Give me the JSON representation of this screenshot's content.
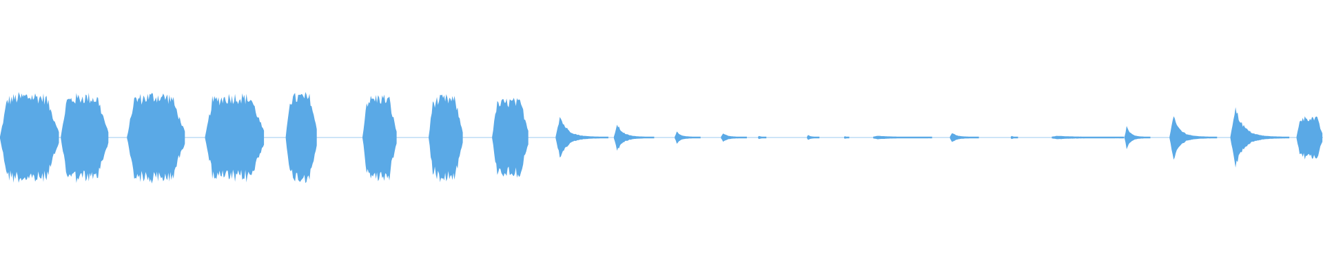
{
  "waveform": {
    "color": "#5aa9e6",
    "background": "#ffffff",
    "bursts": [
      {
        "shape": "burst",
        "start": 0.0,
        "end": 0.045,
        "peak": 0.86
      },
      {
        "shape": "burst",
        "start": 0.046,
        "end": 0.082,
        "peak": 0.84
      },
      {
        "shape": "burst",
        "start": 0.096,
        "end": 0.14,
        "peak": 0.86
      },
      {
        "shape": "burst",
        "start": 0.155,
        "end": 0.2,
        "peak": 0.84
      },
      {
        "shape": "burst",
        "start": 0.216,
        "end": 0.24,
        "peak": 0.85
      },
      {
        "shape": "burst",
        "start": 0.274,
        "end": 0.3,
        "peak": 0.82
      },
      {
        "shape": "burst",
        "start": 0.324,
        "end": 0.35,
        "peak": 0.8
      },
      {
        "shape": "burst",
        "start": 0.372,
        "end": 0.4,
        "peak": 0.74
      },
      {
        "shape": "spike",
        "start": 0.42,
        "end": 0.46,
        "peak": 0.44
      },
      {
        "shape": "spike",
        "start": 0.464,
        "end": 0.495,
        "peak": 0.26
      },
      {
        "shape": "spike",
        "start": 0.51,
        "end": 0.53,
        "peak": 0.1
      },
      {
        "shape": "spike",
        "start": 0.545,
        "end": 0.565,
        "peak": 0.08
      },
      {
        "shape": "spike",
        "start": 0.573,
        "end": 0.58,
        "peak": 0.02
      },
      {
        "shape": "spike",
        "start": 0.61,
        "end": 0.62,
        "peak": 0.04
      },
      {
        "shape": "spike",
        "start": 0.638,
        "end": 0.642,
        "peak": 0.02
      },
      {
        "shape": "spike",
        "start": 0.66,
        "end": 0.705,
        "peak": 0.02
      },
      {
        "shape": "spike",
        "start": 0.718,
        "end": 0.74,
        "peak": 0.09
      },
      {
        "shape": "spike",
        "start": 0.764,
        "end": 0.77,
        "peak": 0.02
      },
      {
        "shape": "spike",
        "start": 0.795,
        "end": 0.85,
        "peak": 0.02
      },
      {
        "shape": "spike",
        "start": 0.85,
        "end": 0.87,
        "peak": 0.22
      },
      {
        "shape": "spike",
        "start": 0.884,
        "end": 0.92,
        "peak": 0.42
      },
      {
        "shape": "spike",
        "start": 0.93,
        "end": 0.975,
        "peak": 0.62
      },
      {
        "shape": "burst",
        "start": 0.98,
        "end": 1.0,
        "peak": 0.4
      }
    ]
  }
}
